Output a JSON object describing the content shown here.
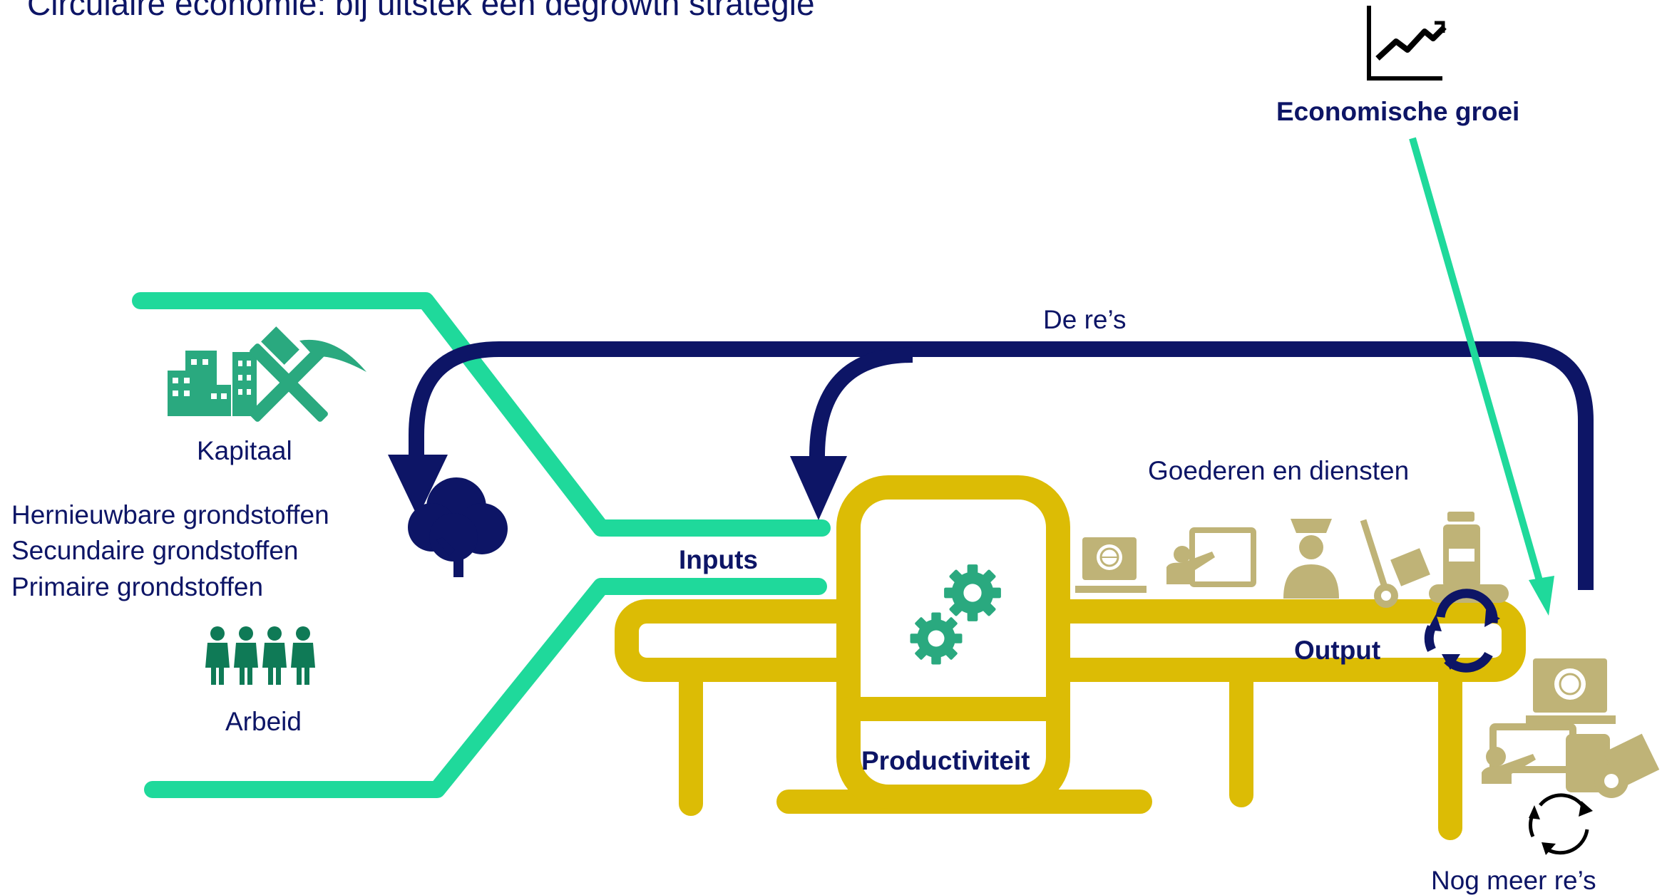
{
  "title": "Circulaire economie: bij uitstek een degrowth strategie",
  "labels": {
    "economic_growth": "Economische groei",
    "capital": "Kapitaal",
    "renewable_materials": "Hernieuwbare grondstoffen",
    "secondary_materials": "Secundaire grondstoffen",
    "primary_materials": "Primaire grondstoffen",
    "labour": "Arbeid",
    "inputs": "Inputs",
    "re_loops": "De re’s",
    "goods_services": "Goederen en diensten",
    "output": "Output",
    "productivity": "Productiviteit",
    "more_re_loops": "Nog meer re’s"
  },
  "icons": [
    "growth-chart-icon",
    "buildings-icon",
    "hammer-pick-icon",
    "tree-icon",
    "people-icon",
    "gears-icon",
    "computer-icon",
    "teacher-icon",
    "police-officer-icon",
    "hand-truck-icon",
    "medicine-icon",
    "recycle-icon"
  ],
  "colors": {
    "navy": "#0d1566",
    "green": "#1fd99b",
    "icon_green": "#2aa97f",
    "dark_green": "#0f7a56",
    "gold": "#dcbc05",
    "khaki": "#bfb377",
    "black": "#000000"
  }
}
